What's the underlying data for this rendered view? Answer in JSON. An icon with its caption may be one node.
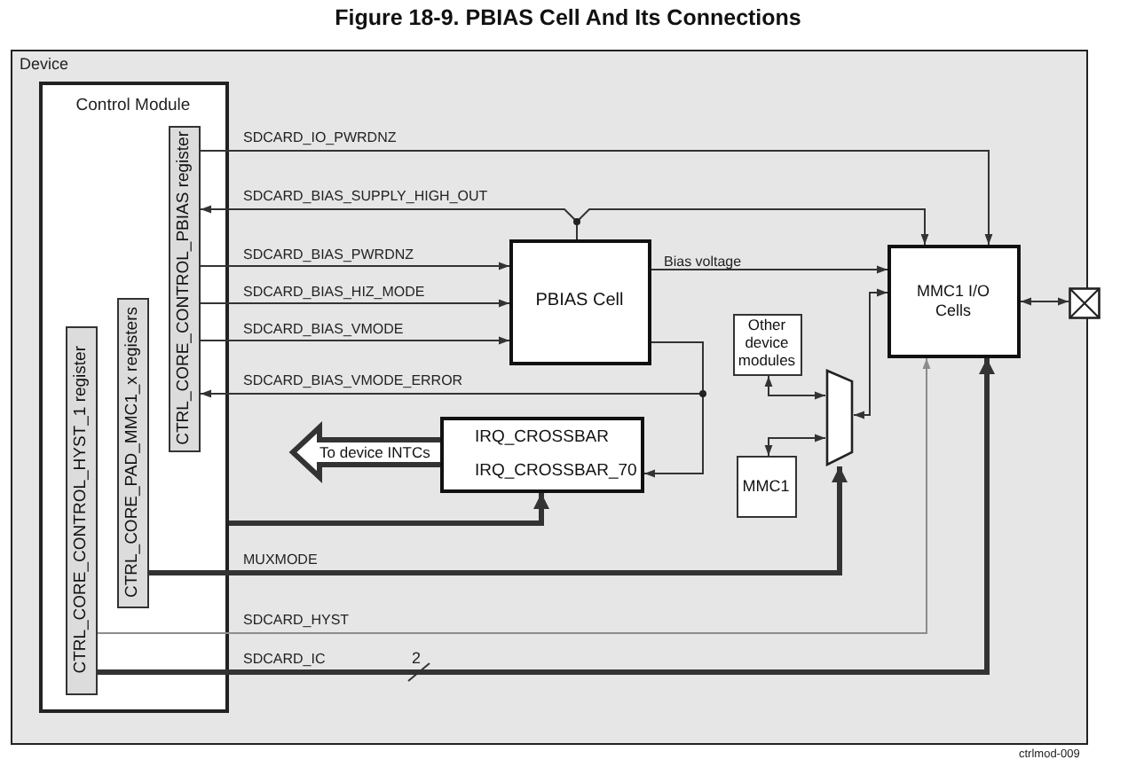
{
  "diagram": {
    "title": "Figure 18-9. PBIAS Cell And Its Connections",
    "nodes": [
      {
        "text": [
          "Device"
        ]
      },
      {
        "text": [
          "Control Module"
        ],
        "in": 0
      },
      {
        "text": [
          "CTRL_CORE_CONTROL_PBIAS register"
        ],
        "in": 1
      },
      {
        "text": [
          "CTRL_CORE_PAD_MMC1_x registers"
        ],
        "in": 1
      },
      {
        "text": [
          "CTRL_CORE_CONTROL_HYST_1 register"
        ],
        "in": 1
      },
      {
        "text": [
          "PBIAS Cell"
        ],
        "in": 0
      },
      {
        "text": [
          "IRQ_CROSSBAR",
          "IRQ_CROSSBAR_70"
        ],
        "in": 0
      },
      {
        "text": [
          "MMC1 I/O Cells"
        ],
        "in": 0
      },
      {
        "text": [
          "Other device modules"
        ],
        "in": 0
      },
      {
        "text": [
          "MMC1"
        ],
        "in": 0
      },
      {
        "text": [],
        "shape": "trapezoid",
        "in": 0
      },
      {
        "text": [],
        "shape": "box"
      }
    ],
    "edges": [
      {
        "from": 2,
        "to": 7,
        "arrow": "to",
        "label": "SDCARD_IO_PWRDNZ"
      },
      {
        "from": 5,
        "to": 2,
        "arrow": "to",
        "label": "SDCARD_BIAS_SUPPLY_HIGH_OUT"
      },
      {
        "from": 5,
        "to": 7,
        "arrow": "to"
      },
      {
        "from": 2,
        "to": 5,
        "arrow": "to",
        "label": "SDCARD_BIAS_PWRDNZ"
      },
      {
        "from": 2,
        "to": 5,
        "arrow": "to",
        "label": "SDCARD_BIAS_HIZ_MODE"
      },
      {
        "from": 2,
        "to": 5,
        "arrow": "to",
        "label": "SDCARD_BIAS_VMODE"
      },
      {
        "from": 5,
        "to": 2,
        "arrow": "to",
        "label": "SDCARD_BIAS_VMODE_ERROR"
      },
      {
        "from": 5,
        "to": 6,
        "arrow": "to"
      },
      {
        "from": 5,
        "to": 7,
        "arrow": "to",
        "label": "Bias voltage"
      },
      {
        "from": 1,
        "to": 6,
        "arrow": "to",
        "style": "thick"
      },
      {
        "from": 3,
        "to": 10,
        "arrow": "to",
        "style": "thick",
        "label": "MUXMODE"
      },
      {
        "from": 4,
        "to": 7,
        "arrow": "to",
        "label": "SDCARD_HYST",
        "color": "#8c8c8c"
      },
      {
        "from": 4,
        "to": 7,
        "arrow": "to",
        "style": "thick",
        "label": "SDCARD_IC"
      },
      {
        "from": 8,
        "to": 10,
        "arrow": "both"
      },
      {
        "from": 9,
        "to": 10,
        "arrow": "both"
      },
      {
        "from": 10,
        "to": 7,
        "arrow": "both"
      },
      {
        "from": 7,
        "to": 11,
        "arrow": "both"
      },
      {
        "from": 6,
        "to": null,
        "arrow": "to",
        "style": "thick",
        "label": "To device INTCs"
      }
    ],
    "labels": [
      "2",
      "ctrlmod-009"
    ]
  }
}
